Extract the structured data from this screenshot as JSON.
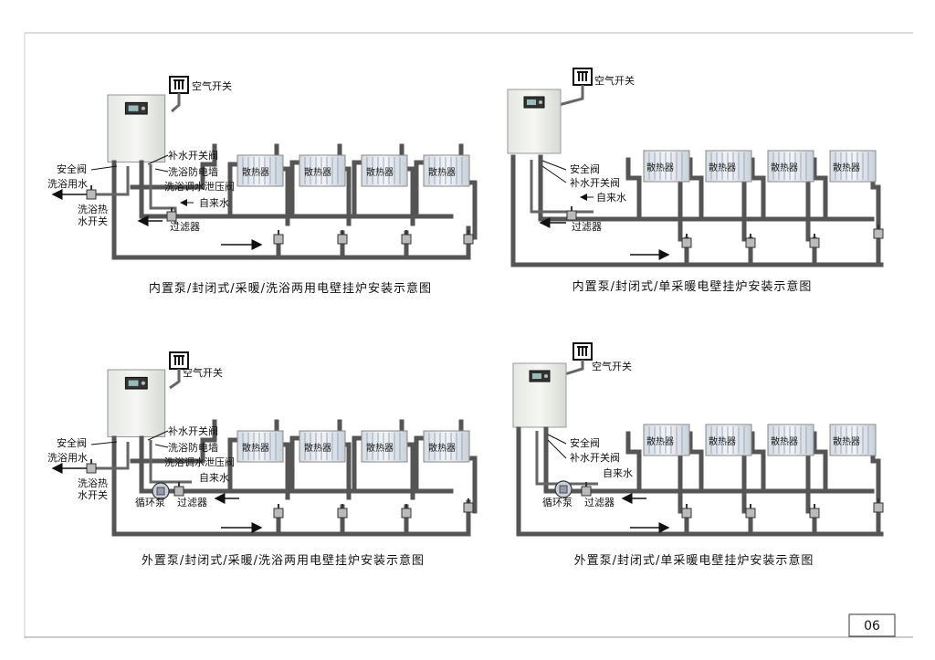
{
  "page_number": "06",
  "labels": {
    "air_switch": "空气开关",
    "radiator": "散热器",
    "safety_valve": "安全阀",
    "makeup_valve": "补水开关阀",
    "tap_water": "自来水",
    "filter": "过滤器",
    "shower_wall": "洗浴防电墙",
    "shower_pressure": "洗浴调水泄压阀",
    "shower_water": "洗浴用水",
    "shower_hot_switch_1": "洗浴热",
    "shower_hot_switch_2": "水开关",
    "circ_pump": "循环泵"
  },
  "diagrams": [
    {
      "title": "内置泵/封闭式/采暖/洗浴两用电壁挂炉安装示意图"
    },
    {
      "title": "内置泵/封闭式/单采暖电壁挂炉安装示意图"
    },
    {
      "title": "外置泵/封闭式/采暖/洗浴两用电壁挂炉安装示意图"
    },
    {
      "title": "外置泵/封闭式/单采暖电壁挂炉安装示意图"
    }
  ]
}
